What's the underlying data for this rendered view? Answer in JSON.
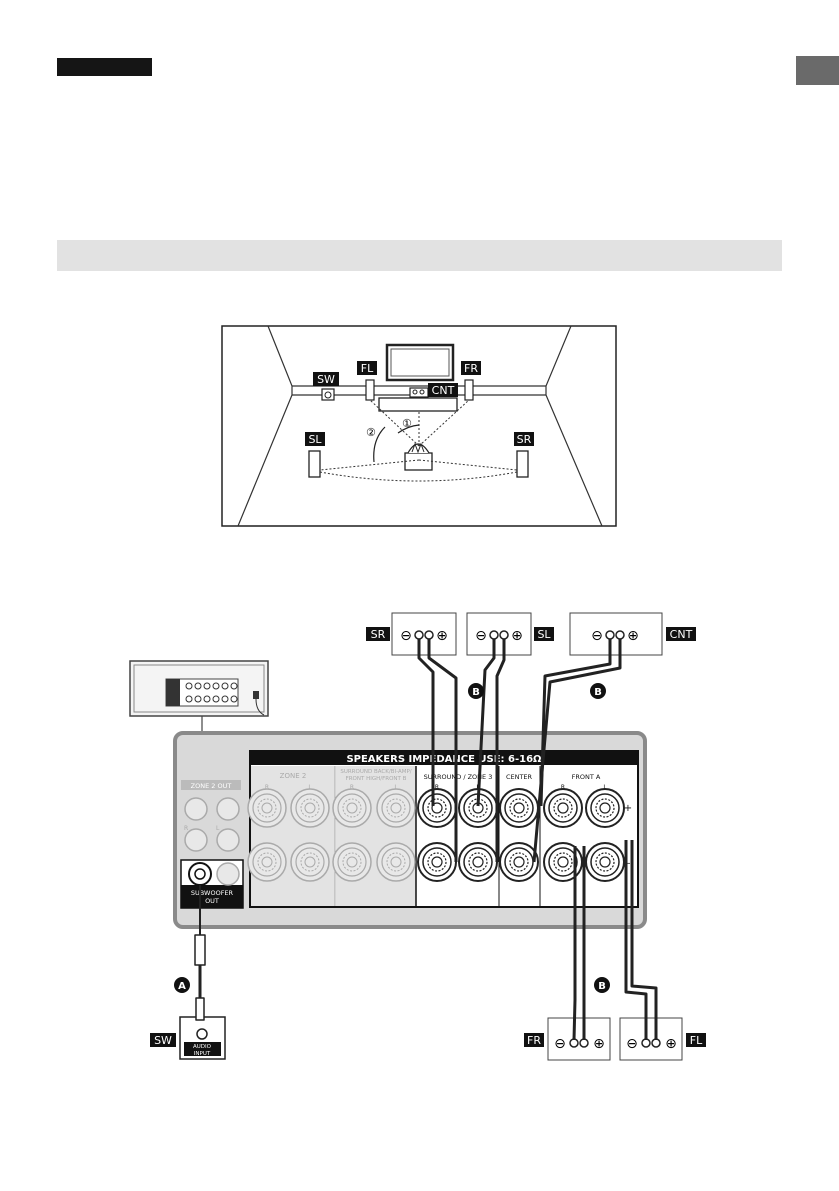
{
  "layout_diagram": {
    "labels": {
      "sw": "SW",
      "fl": "FL",
      "fr": "FR",
      "cnt": "CNT",
      "sl": "SL",
      "sr": "SR"
    },
    "angles": {
      "one": "①",
      "two": "②"
    }
  },
  "wiring_diagram": {
    "speaker_tags": {
      "sr": "SR",
      "sl": "SL",
      "cnt": "CNT",
      "fr": "FR",
      "fl": "FL",
      "sw": "SW"
    },
    "cable_letters": {
      "a": "A",
      "b": "B"
    },
    "panel": {
      "speakers_header": "SPEAKERS   IMPEDANCE USE: 6-16Ω",
      "zone2": "ZONE 2",
      "surround_back": "SURROUND BACK/BI-AMP/",
      "front_high": "FRONT HIGH/FRONT B",
      "surround_zone3": "SURROUND / ZONE 3",
      "center": "CENTER",
      "front_a": "FRONT A",
      "r": "R",
      "l": "L",
      "plus": "+",
      "minus": "–",
      "zone2_out": "ZONE 2 OUT",
      "subwoofer_out_1": "SUBWOOFER",
      "subwoofer_out_2": "OUT"
    },
    "subwoofer_box": {
      "line1": "AUDIO",
      "line2": "INPUT"
    },
    "terminal_signs": {
      "minus": "⊖",
      "plus": "⊕"
    }
  },
  "colors": {
    "tab_black": "#151515",
    "side_tab": "#6a6a6a",
    "section_bar": "#e2e2e2",
    "panel_gray": "#d8d8d8",
    "panel_frame": "#8a8a8a"
  }
}
